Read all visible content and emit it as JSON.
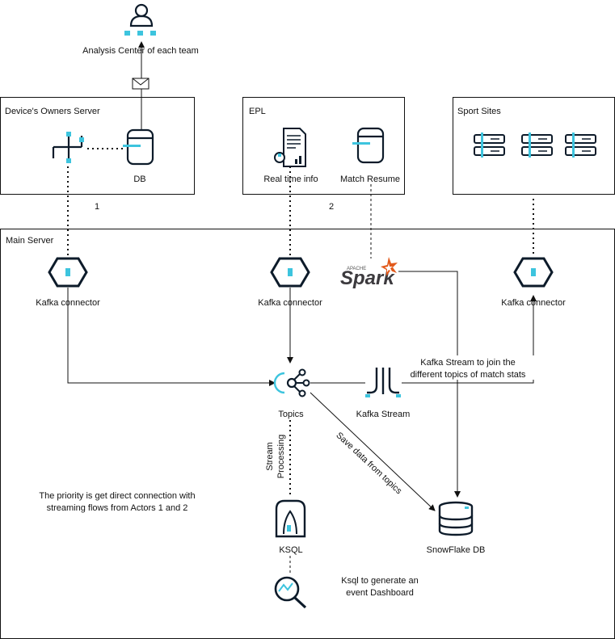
{
  "actors": {
    "analysis_center": "Analysis Center of each team"
  },
  "containers": {
    "owners_server": "Device's Owners Server",
    "epl": "EPL",
    "sport_sites": "Sport Sites",
    "main_server": "Main Server"
  },
  "nodes": {
    "db": "DB",
    "real_time_info": "Real time info",
    "match_resume": "Match Resume",
    "kafka_connector_1": "Kafka connector",
    "kafka_connector_2": "Kafka connector",
    "kafka_connector_3": "Kafka connector",
    "spark": "Spark",
    "spark_apache": "APACHE",
    "topics": "Topics",
    "kafka_stream": "Kafka Stream",
    "ksql": "KSQL",
    "snowflake_db": "SnowFlake DB"
  },
  "edge_labels": {
    "actor_1": "1",
    "actor_2": "2",
    "stream_processing_line1": "Stream",
    "stream_processing_line2": "Processing",
    "save_data": "Save data from topics",
    "kafka_stream_note_line1": "Kafka Stream to join the",
    "kafka_stream_note_line2": "different topics of match stats"
  },
  "notes": {
    "priority_line1": "The priority is get direct connection with",
    "priority_line2": "streaming flows from Actors 1 and 2",
    "ksql_line1": "Ksql to generate an",
    "ksql_line2": "event Dashboard"
  },
  "icons": {
    "actor": "user-icon",
    "mail": "envelope-icon",
    "device": "device-icon",
    "database": "database-icon",
    "report": "report-icon",
    "server": "server-icon",
    "connector": "hexagon-connector-icon",
    "topics": "kafka-topics-icon",
    "stream": "kafka-stream-icon",
    "ksql": "ksql-icon",
    "dashboard": "search-chart-icon"
  },
  "colors": {
    "accent": "#3dc4de",
    "ink": "#0d1b2a",
    "spark_orange": "#e25a1c"
  }
}
